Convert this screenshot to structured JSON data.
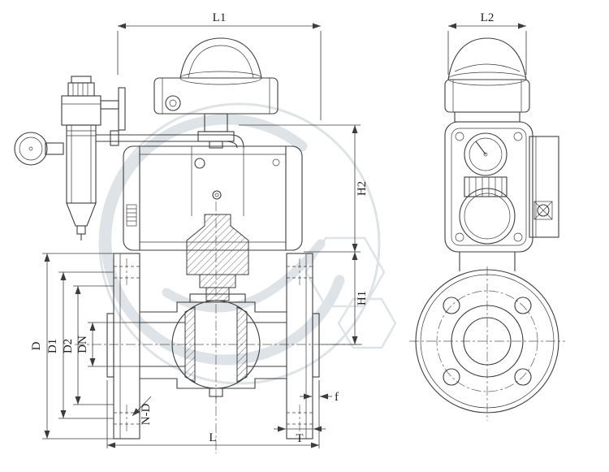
{
  "dimensions": {
    "l1": "L1",
    "l2": "L2",
    "h1": "H1",
    "h2": "H2",
    "d": "D",
    "d1": "D1",
    "d2": "D2",
    "dn": "DN",
    "n_d": "N-D",
    "l": "L",
    "t": "T",
    "f": "f"
  },
  "colors": {
    "line": "#3c3c3c",
    "watermark": "#c9d2d9",
    "background": "#ffffff"
  }
}
